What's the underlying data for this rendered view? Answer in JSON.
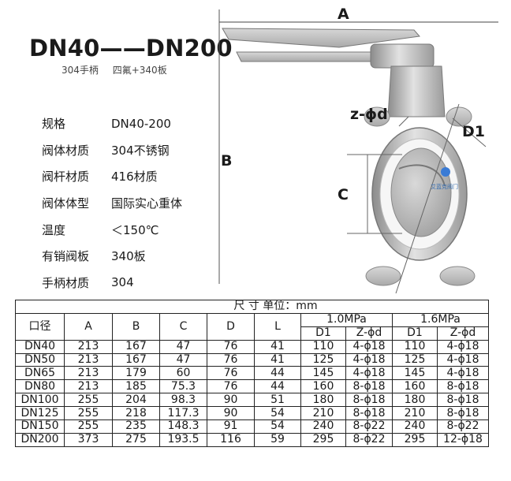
{
  "header": {
    "title": "DN40——DN200",
    "subtitle_handle": "304手柄",
    "subtitle_plate": "四氟+340板"
  },
  "specs": [
    {
      "label": "规格",
      "value": "DN40-200"
    },
    {
      "label": "阀体材质",
      "value": "304不锈钢"
    },
    {
      "label": "阀杆材质",
      "value": "416材质"
    },
    {
      "label": "阀体体型",
      "value": "国际实心重体"
    },
    {
      "label": "温度",
      "value": "＜150℃"
    },
    {
      "label": "有销阀板",
      "value": "340板"
    },
    {
      "label": "手柄材质",
      "value": "304"
    }
  ],
  "drawing": {
    "label_a": "A",
    "label_b": "B",
    "label_c": "C",
    "label_zd": "z-ϕd",
    "label_d1": "D1",
    "watermark": "艾蓝克阀门"
  },
  "table": {
    "unit": "尺 寸 单位：mm",
    "headers": {
      "caliber": "口径",
      "a": "A",
      "b": "B",
      "c": "C",
      "d": "D",
      "l": "L",
      "p1": "1.0MPa",
      "p2": "1.6MPa",
      "d1": "D1",
      "zd": "Z-ϕd"
    },
    "rows": [
      [
        "DN40",
        "213",
        "167",
        "47",
        "76",
        "41",
        "110",
        "4-ϕ18",
        "110",
        "4-ϕ18"
      ],
      [
        "DN50",
        "213",
        "167",
        "47",
        "76",
        "41",
        "125",
        "4-ϕ18",
        "125",
        "4-ϕ18"
      ],
      [
        "DN65",
        "213",
        "179",
        "60",
        "76",
        "44",
        "145",
        "4-ϕ18",
        "145",
        "4-ϕ18"
      ],
      [
        "DN80",
        "213",
        "185",
        "75.3",
        "76",
        "44",
        "160",
        "8-ϕ18",
        "160",
        "8-ϕ18"
      ],
      [
        "DN100",
        "255",
        "204",
        "98.3",
        "90",
        "51",
        "180",
        "8-ϕ18",
        "180",
        "8-ϕ18"
      ],
      [
        "DN125",
        "255",
        "218",
        "117.3",
        "90",
        "54",
        "210",
        "8-ϕ18",
        "210",
        "8-ϕ18"
      ],
      [
        "DN150",
        "255",
        "235",
        "148.3",
        "91",
        "54",
        "240",
        "8-ϕ22",
        "240",
        "8-ϕ22"
      ],
      [
        "DN200",
        "373",
        "275",
        "193.5",
        "116",
        "59",
        "295",
        "8-ϕ22",
        "295",
        "12-ϕ18"
      ]
    ]
  }
}
